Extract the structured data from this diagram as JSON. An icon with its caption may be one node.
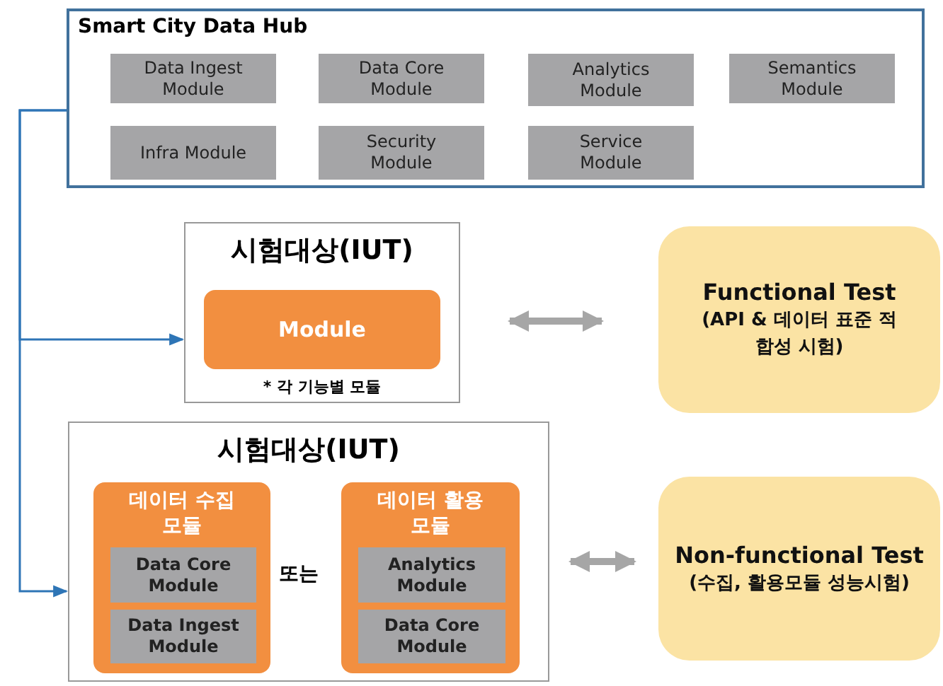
{
  "diagram": {
    "nodes": [
      {
        "text": [
          "Smart City Data Hub"
        ]
      },
      {
        "text": [
          "Data Ingest Module"
        ],
        "in": 0
      },
      {
        "text": [
          "Data Core Module"
        ],
        "in": 0
      },
      {
        "text": [
          "Analytics Module"
        ],
        "in": 0
      },
      {
        "text": [
          "Semantics Module"
        ],
        "in": 0
      },
      {
        "text": [
          "Infra Module"
        ],
        "in": 0
      },
      {
        "text": [
          "Security Module"
        ],
        "in": 0
      },
      {
        "text": [
          "Service Module"
        ],
        "in": 0
      },
      {
        "text": [
          "시험대상(IUT)",
          "* 각 기능별 모듈"
        ]
      },
      {
        "text": [
          "Module"
        ],
        "in": 8
      },
      {
        "text": [
          "Functional Test",
          "(API & 데이터 표준 적합성 시험)"
        ]
      },
      {
        "text": [
          "시험대상(IUT)"
        ]
      },
      {
        "text": [
          "데이터 수집 모듈"
        ],
        "in": 11
      },
      {
        "text": [
          "Data Core Module"
        ],
        "in": 12
      },
      {
        "text": [
          "Data Ingest Module"
        ],
        "in": 12
      },
      {
        "text": [
          "데이터 활용 모듈"
        ],
        "in": 11
      },
      {
        "text": [
          "Analytics Module"
        ],
        "in": 15
      },
      {
        "text": [
          "Data Core Module"
        ],
        "in": 15
      },
      {
        "text": [
          "Non-functional Test",
          "(수집, 활용모듈 성능시험)"
        ]
      }
    ],
    "edges": [
      {
        "from": 0,
        "to": 8,
        "arrow": "to",
        "color": "#2e75b6"
      },
      {
        "from": 0,
        "to": 11,
        "arrow": "to",
        "color": "#2e75b6"
      },
      {
        "from": 8,
        "to": 10,
        "arrow": "both",
        "style": "thick",
        "color": "#a6a6a6"
      },
      {
        "from": 11,
        "to": 18,
        "arrow": "both",
        "style": "thick",
        "color": "#a6a6a6"
      }
    ],
    "labels": [
      "또는"
    ]
  }
}
